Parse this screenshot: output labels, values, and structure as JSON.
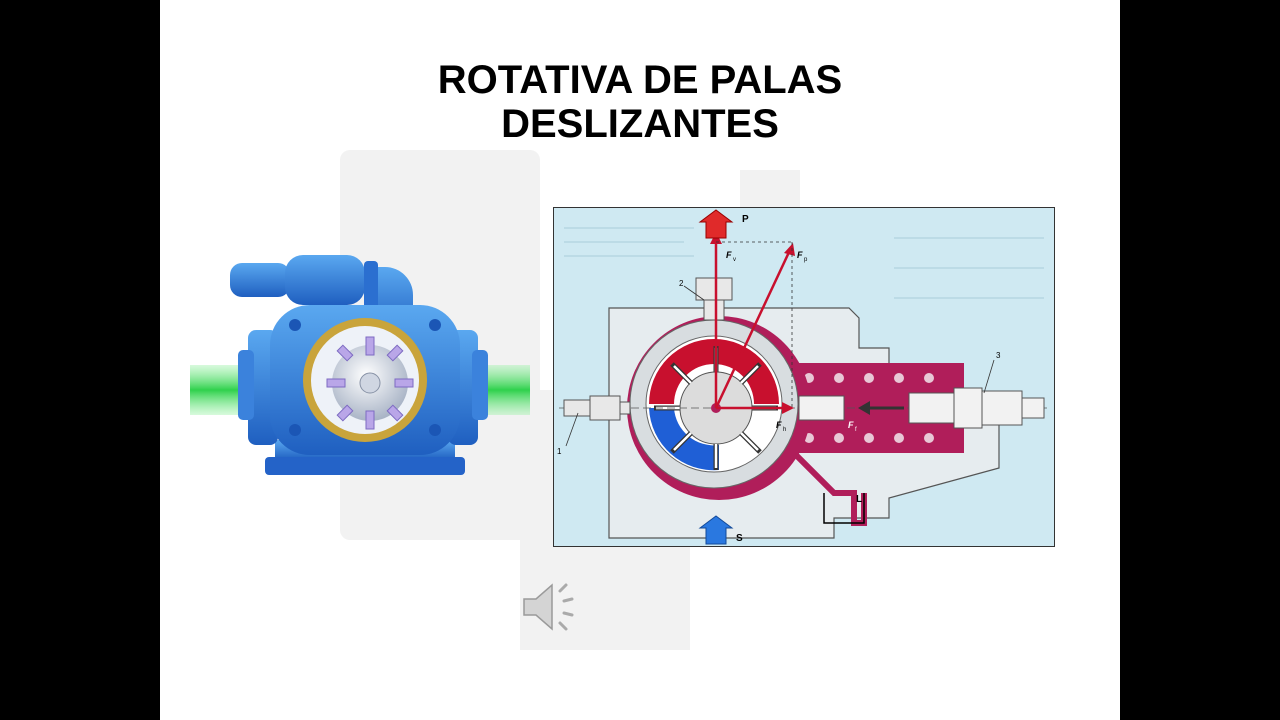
{
  "slide": {
    "title_line1": "ROTATIVA DE PALAS",
    "title_line2": "DESLIZANTES"
  },
  "diagram": {
    "labels": {
      "pressure": "P",
      "suction": "S",
      "leak": "L",
      "force_v": "F",
      "force_v_sub": "v",
      "force_p": "F",
      "force_p_sub": "p",
      "force_h": "F",
      "force_h_sub": "h",
      "force_f": "F",
      "force_f_sub": "f",
      "callout_1": "1",
      "callout_2": "2",
      "callout_3": "3"
    }
  },
  "colors": {
    "pressure_red": "#c8102e",
    "suction_blue": "#1f5fd6",
    "housing_magenta": "#b01e5a",
    "pump_blue": "#2f7fd8",
    "pipe_green": "#39d65a",
    "diagram_bg": "#cfe9f2"
  },
  "icons": {
    "audio": "speaker-icon"
  }
}
